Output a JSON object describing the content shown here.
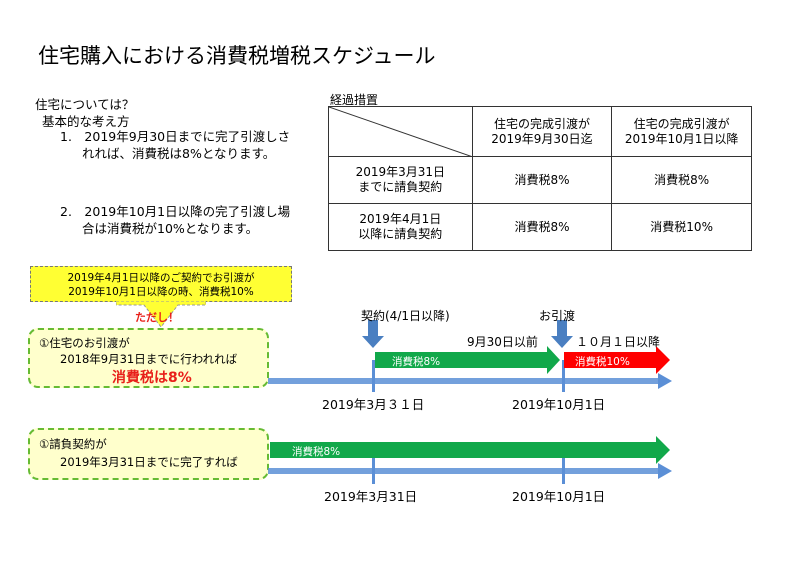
{
  "title": "住宅購入における消費税増税スケジュール",
  "basics": {
    "heading": "住宅については？",
    "subheading": "基本的な考え方",
    "item1_line1": "1.　2019年9月30日までに完了引渡しさ",
    "item1_line2": "れれば、消費税は8%となります。",
    "item2_line1": "2.　2019年10月1日以降の完了引渡し場",
    "item2_line2": "合は消費税が10%となります。"
  },
  "transition": {
    "caption": "経過措置",
    "col1_line1": "住宅の完成引渡が",
    "col1_line2": "2019年9月30日迄",
    "col2_line1": "住宅の完成引渡が",
    "col2_line2": "2019年10月1日以降",
    "row1_line1": "2019年3月31日",
    "row1_line2": "までに請負契約",
    "row2_line1": "2019年4月1日",
    "row2_line2": "以降に請負契約",
    "r1c1": "消費税8%",
    "r1c2": "消費税8%",
    "r2c1": "消費税8%",
    "r2c2": "消費税10%"
  },
  "callout": {
    "line1": "2019年4月1日以降のご契約でお引渡が",
    "line2": "2019年10月1日以降の時、消費税10%",
    "tadashi": "ただし！"
  },
  "timeline1": {
    "box_line1": "①住宅のお引渡が",
    "box_line2": "2018年9月31日までに行われれば",
    "box_line3": "消費税は8%",
    "contract_label": "契約(4/1日以降)",
    "handover_label": "お引渡",
    "before_label": "9月30日以前",
    "after_label": "１０月１日以降",
    "green_label": "消費税8%",
    "red_label": "消費税10%",
    "date1": "2019年3月３１日",
    "date2": "2019年10月1日"
  },
  "timeline2": {
    "box_line1": "①請負契約が",
    "box_line2": "2019年3月31日までに完了すれば",
    "green_label": "消費税8%",
    "date1": "2019年3月31日",
    "date2": "2019年10月1日"
  },
  "colors": {
    "green": "#11a84a",
    "red": "#ff0000",
    "blue_line": "#5b8fd6",
    "marker_blue": "#4a7fc1",
    "callout_yellow": "#ffff33",
    "box_fill": "#ffffcc",
    "box_border": "#66bb33"
  }
}
